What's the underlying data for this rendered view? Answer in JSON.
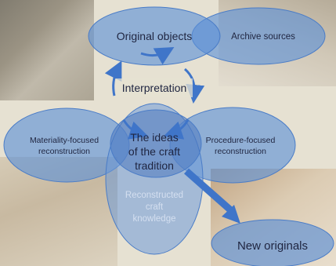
{
  "nodes": {
    "original_objects": "Original objects",
    "archive_sources": "Archive sources",
    "interpretation": "Interpretation",
    "materiality_line1": "Materiality-focused",
    "materiality_line2": "reconstruction",
    "procedure_line1": "Procedure-focused",
    "procedure_line2": "reconstruction",
    "ideas_line1": "The ideas",
    "ideas_line2": "of the craft",
    "ideas_line3": "tradition",
    "knowledge_line1": "Reconstructed",
    "knowledge_line2": "craft",
    "knowledge_line3": "knowledge",
    "new_originals": "New originals"
  },
  "colors": {
    "ellipse_fill": "#5b8fd6",
    "ellipse_stroke": "#4a7cc7",
    "arrow": "#3f75c9",
    "dark_ellipse": "#4d78c0",
    "text_dark": "#1f2540",
    "background": "#e6e1d2"
  }
}
